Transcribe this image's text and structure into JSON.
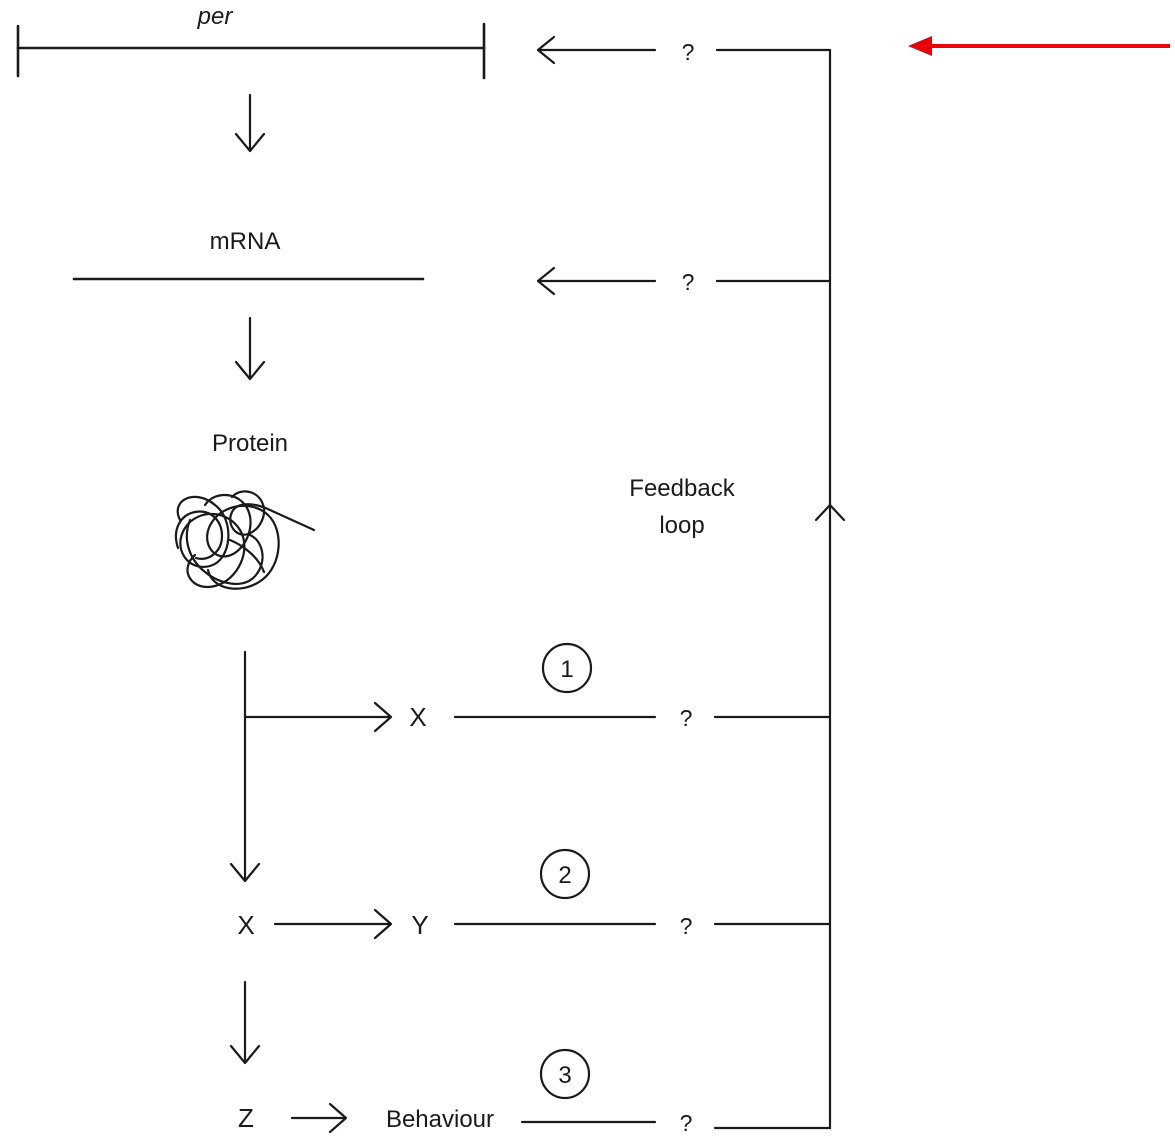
{
  "gene_label": "per",
  "mrna_label": "mRNA",
  "protein_label": "Protein",
  "feedback": {
    "line1": "Feedback",
    "line2": "loop"
  },
  "question_mark": "?",
  "pathway1": {
    "number": "1",
    "target": "X"
  },
  "pathway2": {
    "number": "2",
    "source": "X",
    "target": "Y"
  },
  "pathway3": {
    "number": "3",
    "source": "Z",
    "target": "Behaviour"
  },
  "highlight_arrow_color": "#e8000b"
}
